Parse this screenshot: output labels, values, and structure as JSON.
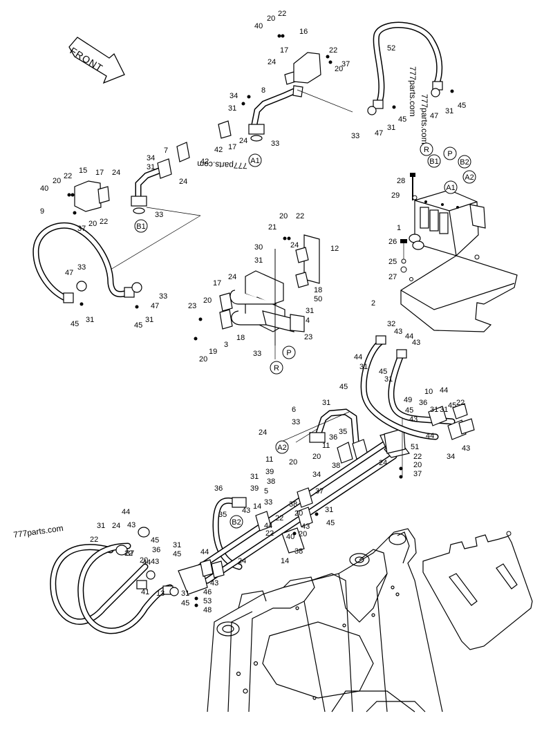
{
  "front_arrow": {
    "label": "FRONT"
  },
  "watermarks": [
    "777parts.com",
    "777parts.com",
    "777parts.com",
    "777parts.com"
  ],
  "port_labels": [
    "R",
    "B1",
    "P",
    "B2",
    "A1",
    "A2",
    "A1",
    "B1",
    "R",
    "P",
    "A2",
    "B2"
  ],
  "part_numbers": [
    "22",
    "20",
    "40",
    "16",
    "52",
    "17",
    "22",
    "20",
    "37",
    "24",
    "34",
    "8",
    "31",
    "33",
    "47",
    "31",
    "45",
    "47",
    "31",
    "45",
    "17",
    "42",
    "24",
    "33",
    "7",
    "34",
    "31",
    "42",
    "24",
    "15",
    "17",
    "24",
    "22",
    "20",
    "40",
    "37",
    "22",
    "20",
    "33",
    "28",
    "29",
    "1",
    "26",
    "25",
    "27",
    "2",
    "9",
    "47",
    "33",
    "33",
    "47",
    "45",
    "31",
    "45",
    "31",
    "20",
    "22",
    "21",
    "12",
    "30",
    "31",
    "24",
    "17",
    "24",
    "20",
    "18",
    "50",
    "31",
    "23",
    "4",
    "18",
    "3",
    "19",
    "20",
    "23",
    "33",
    "32",
    "43",
    "44",
    "43",
    "44",
    "31",
    "45",
    "31",
    "45",
    "49",
    "10",
    "31",
    "45",
    "36",
    "44",
    "31",
    "45",
    "22",
    "43",
    "44",
    "43",
    "34",
    "6",
    "31",
    "33",
    "24",
    "35",
    "36",
    "11",
    "11",
    "20",
    "39",
    "20",
    "38",
    "34",
    "31",
    "39",
    "38",
    "5",
    "37",
    "36",
    "38",
    "33",
    "20",
    "35",
    "14",
    "22",
    "43",
    "31",
    "45",
    "44",
    "43",
    "24",
    "51",
    "22",
    "20",
    "37",
    "24",
    "22",
    "40",
    "20",
    "38",
    "14",
    "44",
    "43",
    "31",
    "45",
    "36",
    "22",
    "24",
    "44",
    "43",
    "13",
    "22",
    "20",
    "37",
    "31",
    "45",
    "44",
    "31",
    "45",
    "43",
    "46",
    "53",
    "48",
    "41"
  ]
}
